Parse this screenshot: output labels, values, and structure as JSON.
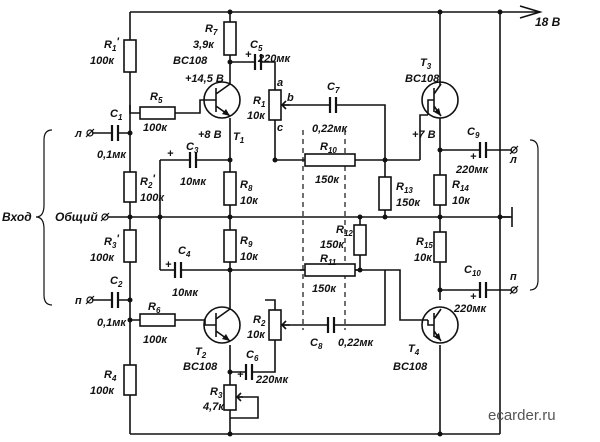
{
  "supply": "18 В",
  "input": {
    "label": "Вход",
    "common": "Общий",
    "left": "л",
    "right": "п"
  },
  "output": {
    "left": "л",
    "right": "п"
  },
  "transistors": [
    {
      "ref": "T",
      "sub": "1",
      "model": "BC108"
    },
    {
      "ref": "T",
      "sub": "2",
      "model": "BC108"
    },
    {
      "ref": "T",
      "sub": "3",
      "model": "BC108"
    },
    {
      "ref": "T",
      "sub": "4",
      "model": "BC108"
    }
  ],
  "resistors": {
    "r1p": {
      "ref": "R",
      "sub": "1",
      "prime": "'",
      "value": "100к"
    },
    "r2p": {
      "ref": "R",
      "sub": "2",
      "prime": "'",
      "value": "100к"
    },
    "r3p": {
      "ref": "R",
      "sub": "3",
      "prime": "'",
      "value": "100к"
    },
    "r4": {
      "ref": "R",
      "sub": "4",
      "value": "100к"
    },
    "r5": {
      "ref": "R",
      "sub": "5",
      "value": "100к"
    },
    "r6": {
      "ref": "R",
      "sub": "6",
      "value": "100к"
    },
    "r7": {
      "ref": "R",
      "sub": "7",
      "value": "3,9к"
    },
    "r8": {
      "ref": "R",
      "sub": "8",
      "value": "10к"
    },
    "r9": {
      "ref": "R",
      "sub": "9",
      "value": "10к"
    },
    "r10": {
      "ref": "R",
      "sub": "10",
      "value": "150к"
    },
    "r11": {
      "ref": "R",
      "sub": "11",
      "value": "150к"
    },
    "r12": {
      "ref": "R",
      "sub": "12",
      "value": "150к"
    },
    "r13": {
      "ref": "R",
      "sub": "13",
      "value": "150к"
    },
    "r14": {
      "ref": "R",
      "sub": "14",
      "value": "10к"
    },
    "r15": {
      "ref": "R",
      "sub": "15",
      "value": "10к"
    },
    "r1": {
      "ref": "R",
      "sub": "1",
      "value": "10к"
    },
    "r2": {
      "ref": "R",
      "sub": "2",
      "value": "10к"
    },
    "r3": {
      "ref": "R",
      "sub": "3",
      "value": "4,7к"
    }
  },
  "capacitors": {
    "c1": {
      "ref": "C",
      "sub": "1",
      "value": "0,1мк"
    },
    "c2": {
      "ref": "C",
      "sub": "2",
      "value": "0,1мк"
    },
    "c3": {
      "ref": "C",
      "sub": "3",
      "value": "10мк"
    },
    "c4": {
      "ref": "C",
      "sub": "4",
      "value": "10мк"
    },
    "c5": {
      "ref": "C",
      "sub": "5",
      "value": "220мк"
    },
    "c6": {
      "ref": "C",
      "sub": "6",
      "value": "220мк"
    },
    "c7": {
      "ref": "C",
      "sub": "7",
      "value": "0,22мк"
    },
    "c8": {
      "ref": "C",
      "sub": "8",
      "value": "0,22мк"
    },
    "c9": {
      "ref": "C",
      "sub": "9",
      "value": "220мк"
    },
    "c10": {
      "ref": "C",
      "sub": "10",
      "value": "220мк"
    }
  },
  "voltages": {
    "t1_collector": "+14,5 В",
    "t1_emitter": "+8 В",
    "t3_emitter": "+7 В"
  },
  "pot_taps": {
    "a": "a",
    "b": "b",
    "c": "c"
  },
  "watermark": "ecarder.ru"
}
